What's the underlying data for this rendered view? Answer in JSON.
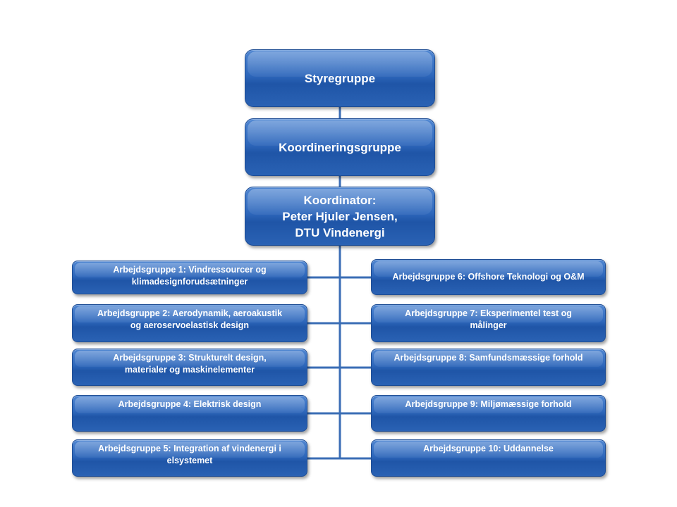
{
  "diagram": {
    "top": {
      "styregruppe": "Styregruppe",
      "koordineringsgruppe": "Koordineringsgruppe",
      "koordinator": "Koordinator:\nPeter Hjuler Jensen,\nDTU Vindenergi"
    },
    "working_groups_left": [
      "Arbejdsgruppe 1: Vindressourcer og\nklimadesignforudsætninger",
      "Arbejdsgruppe 2: Aerodynamik, aeroakustik\nog aeroservoelastisk design",
      "Arbejdsgruppe 3: Strukturelt design,\nmaterialer og maskinelementer",
      "Arbejdsgruppe 4: Elektrisk design",
      "Arbejdsgruppe 5: Integration af vindenergi i\nelsystemet"
    ],
    "working_groups_right": [
      "Arbejdsgruppe 6: Offshore Teknologi og O&M",
      "Arbejdsgruppe 7: Eksperimentel test og\nmålinger",
      "Arbejdsgruppe 8: Samfundsmæssige forhold",
      "Arbejdsgruppe 9: Miljømæssige forhold",
      "Arbejdsgruppe 10: Uddannelse"
    ],
    "colors": {
      "box_fill": "#2e67bb",
      "box_border": "#1e4d94",
      "connector": "#3a6db5",
      "text": "#ffffff"
    }
  }
}
